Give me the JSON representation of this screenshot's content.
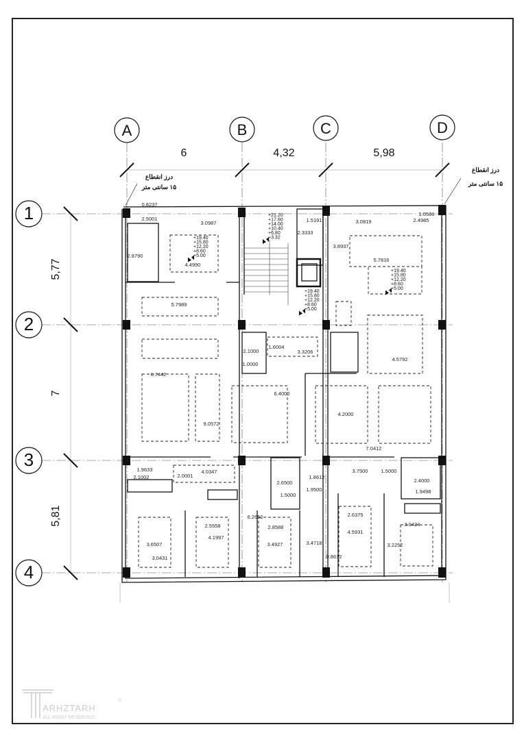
{
  "drawing": {
    "columns": [
      "A",
      "B",
      "C",
      "D"
    ],
    "rows": [
      "1",
      "2",
      "3",
      "4"
    ],
    "column_spans": [
      "6",
      "4,32",
      "5,98"
    ],
    "row_spans": [
      "5,77",
      "7",
      "5,81"
    ],
    "note_left": {
      "line1": "درز انقطاع",
      "line2": "۱۵ سانتی متر"
    },
    "note_right": {
      "line1": "درز انقطاع",
      "line2": "۱۵ سانتی متر"
    },
    "dimensions": [
      "0.8237",
      "2.5001",
      "3.0987",
      "1.5191",
      "3.0819",
      "1.0586",
      "2.4985",
      "2.3333",
      "3.8937",
      "2.8790",
      "4.4990",
      "5.7816",
      "5.7989",
      "1.6004",
      "2.1000",
      "3.3206",
      "1.0000",
      "4.5792",
      "6.7442",
      "6.4000",
      "9.0572",
      "4.2000",
      "7.0412",
      "1.9633",
      "2.1002",
      "4.0347",
      "2.0001",
      "2.6500",
      "1.8612",
      "3.7500",
      "1.5000",
      "1.9500",
      "1.5000",
      "2.4000",
      "1.9498",
      "2.6375",
      "6.2652",
      "3.0424",
      "2.5558",
      "2.8588",
      "4.1997",
      "4.5931",
      "3.4927",
      "3.6507",
      "3.4718",
      "3.2252",
      "3.0431",
      "0.8612"
    ],
    "elevations_stair": [
      "+21.20",
      "+17.60",
      "+14.00",
      "+10.40",
      "+6.80",
      "+3.32"
    ],
    "elevations_floor": [
      "+19.40",
      "+15.80",
      "+12.20",
      "+8.60",
      "+5.00"
    ]
  },
  "logo": {
    "name": "ARHZTARH",
    "tagline": "ALL RIGHT RESERVED",
    "mark": "®"
  }
}
